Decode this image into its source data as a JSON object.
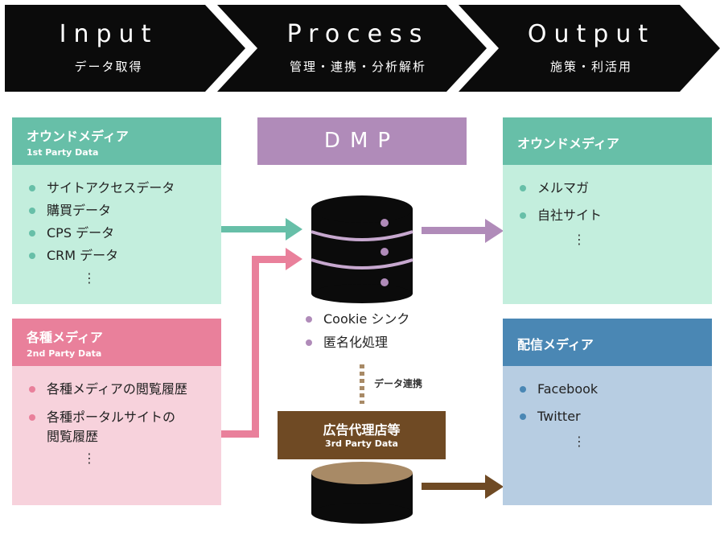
{
  "stages": [
    {
      "title": "Input",
      "subtitle": "データ取得"
    },
    {
      "title": "Process",
      "subtitle": "管理・連携・分析解析"
    },
    {
      "title": "Output",
      "subtitle": "施策・利活用"
    }
  ],
  "input_owned": {
    "title": "オウンドメディア",
    "subtitle": "1st Party Data",
    "items": [
      "サイトアクセスデータ",
      "購買データ",
      "CPS データ",
      "CRM データ"
    ],
    "more": "⋮"
  },
  "input_media": {
    "title": "各種メディア",
    "subtitle": "2nd Party Data",
    "items": [
      "各種メディアの閲覧履歴",
      "各種ポータルサイトの\n閲覧履歴"
    ],
    "more": "⋮"
  },
  "dmp": {
    "title": "DMP",
    "items": [
      "Cookie シンク",
      "匿名化処理"
    ]
  },
  "link_label": "データ連携",
  "third_party": {
    "title": "広告代理店等",
    "subtitle": "3rd Party Data"
  },
  "output_owned": {
    "title": "オウンドメディア",
    "items": [
      "メルマガ",
      "自社サイト"
    ],
    "more": "⋮"
  },
  "output_delivery": {
    "title": "配信メディア",
    "items": [
      "Facebook",
      "Twitter"
    ],
    "more": "⋮"
  },
  "colors": {
    "header_bg": "#0b0b0b",
    "teal_head": "#67bfa8",
    "teal_body": "#c3eedd",
    "teal_dot": "#67bfa8",
    "pink_head": "#e9809b",
    "pink_body": "#f7d2dc",
    "pink_dot": "#e9809b",
    "purple": "#b08bb9",
    "blue_head": "#4a87b4",
    "blue_body": "#b7cde2",
    "blue_dot": "#4a87b4",
    "brown": "#6f4a24",
    "brown_light": "#a88a66",
    "arrow_teal": "#67bfa8",
    "arrow_pink": "#e9809b",
    "arrow_purple": "#b08bb9",
    "arrow_brown": "#6f4a24"
  }
}
